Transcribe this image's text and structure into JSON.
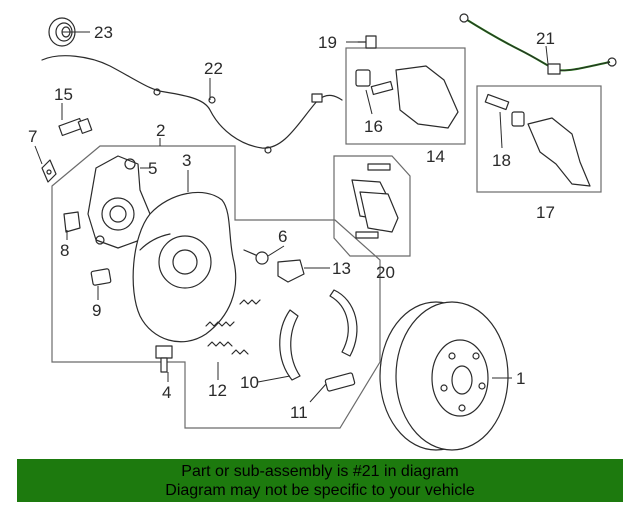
{
  "diagram": {
    "callouts": [
      "1",
      "2",
      "3",
      "4",
      "5",
      "6",
      "7",
      "8",
      "9",
      "10",
      "11",
      "12",
      "13",
      "14",
      "15",
      "16",
      "17",
      "18",
      "19",
      "20",
      "21",
      "22",
      "23"
    ],
    "highlighted_part": "21",
    "highlight_color": "#1d7a0e"
  },
  "footer": {
    "line1": "Part or sub-assembly is #21 in diagram",
    "line2": "Diagram may not be specific to your vehicle",
    "background": "#1d7a0e"
  }
}
